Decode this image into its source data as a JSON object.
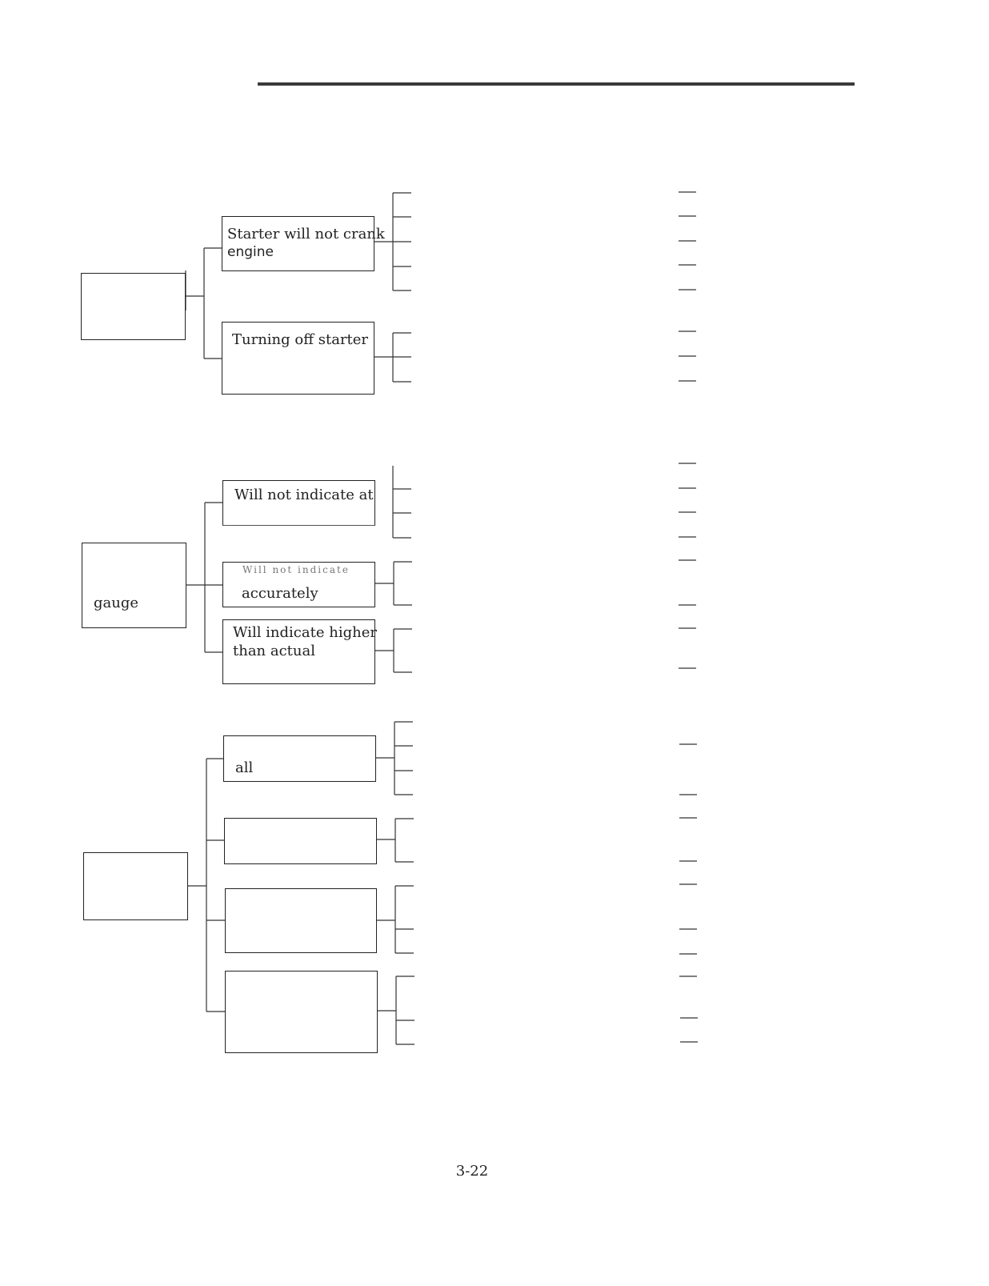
{
  "boxes": {
    "starter_crank_line1": "Starter will not crank",
    "starter_crank_line2": "engine",
    "turning_off_starter": "Turning off starter",
    "gauge_left": "gauge",
    "will_not_indicate_at": "Will not indicate at",
    "obscured_line": "Will not indicate",
    "accurately": "accurately",
    "indicate_higher_line1": "Will indicate higher",
    "indicate_higher_line2": "than actual",
    "all": "all"
  },
  "page_number": "3-22"
}
